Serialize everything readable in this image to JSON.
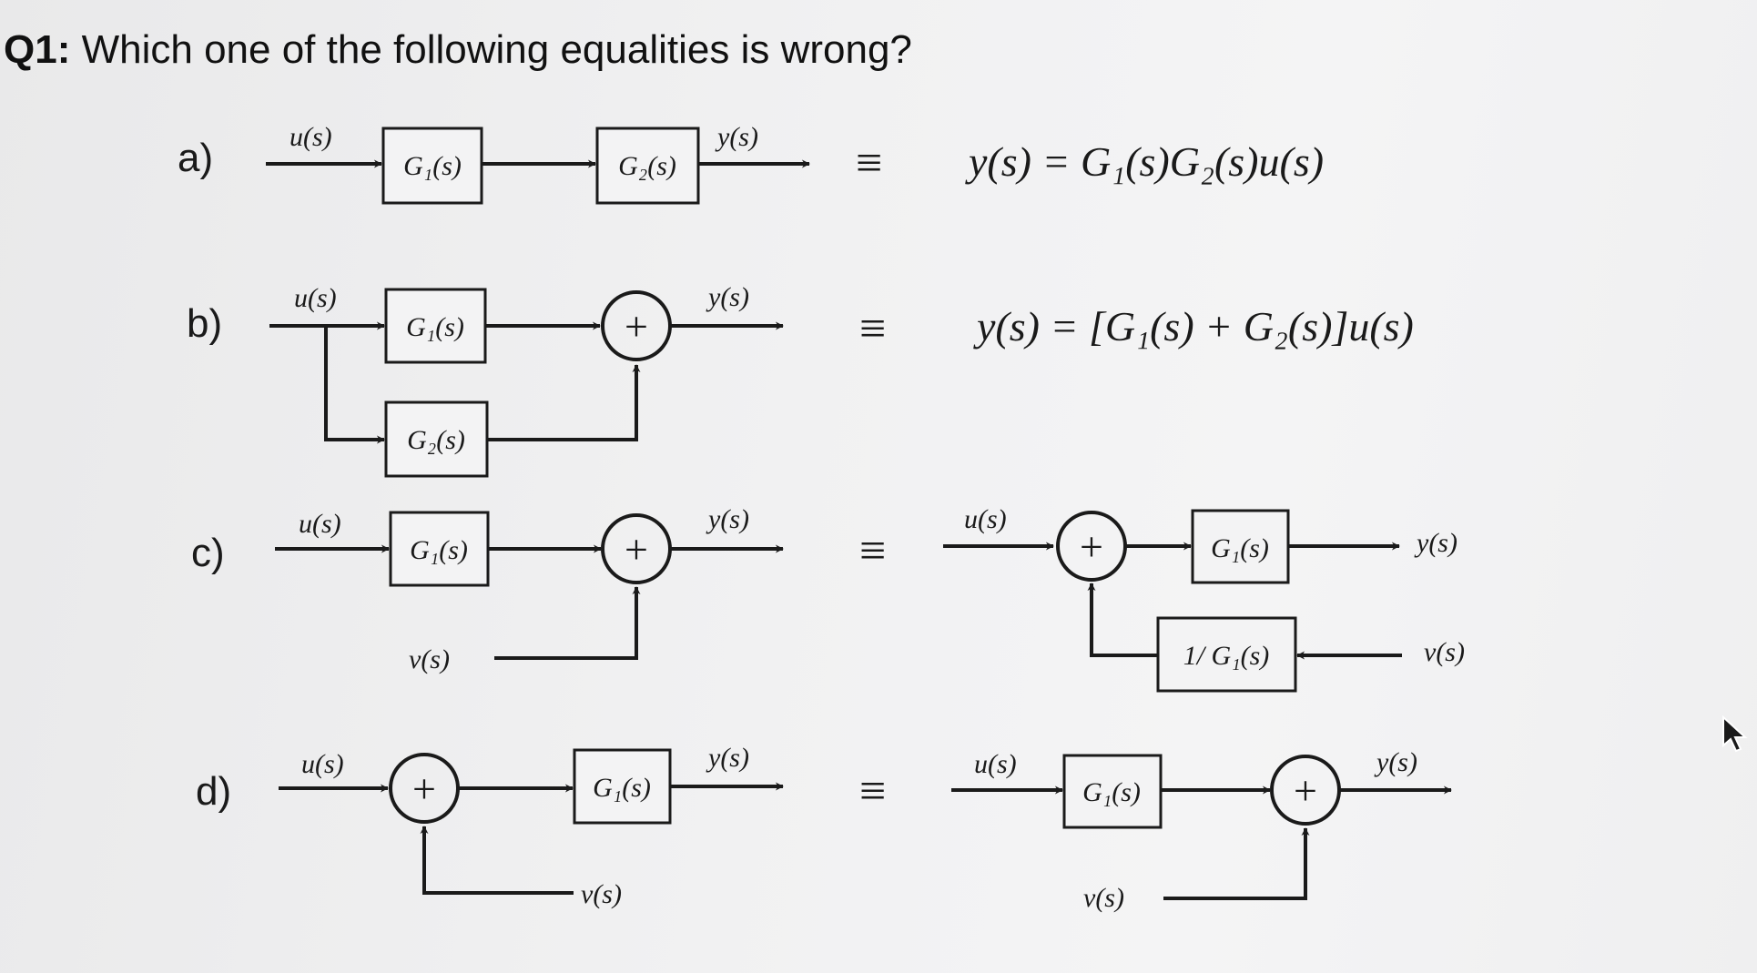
{
  "question": {
    "number": "Q1:",
    "text": "Which one of the following equalities is wrong?"
  },
  "options": [
    {
      "label": "a)",
      "u": "u(s)",
      "y": "y(s)",
      "block1": "G₁(s)",
      "block2": "G₂(s)",
      "equiv": "≡",
      "formula": "y(s) = G₁(s)G₂(s)u(s)"
    },
    {
      "label": "b)",
      "u": "u(s)",
      "y": "y(s)",
      "block1": "G₁(s)",
      "block2": "G₂(s)",
      "equiv": "≡",
      "formula": "y(s) = [G₁(s) + G₂(s)]u(s)"
    },
    {
      "label": "c)",
      "u": "u(s)",
      "y": "y(s)",
      "v": "v(s)",
      "block1": "G₁(s)",
      "equiv": "≡",
      "rhs_u": "u(s)",
      "rhs_y": "y(s)",
      "rhs_v": "v(s)",
      "rhs_block": "G₁(s)",
      "rhs_inv_block": "1/ G₁(s)"
    },
    {
      "label": "d)",
      "u": "u(s)",
      "y": "y(s)",
      "v": "v(s)",
      "block1": "G₁(s)",
      "equiv": "≡",
      "rhs_u": "u(s)",
      "rhs_y": "y(s)",
      "rhs_v": "v(s)",
      "rhs_block": "G₁(s)"
    }
  ],
  "sum_symbol": "+",
  "colors": {
    "ink": "#1a1a1a",
    "block_fill": "#f3f3f4"
  }
}
